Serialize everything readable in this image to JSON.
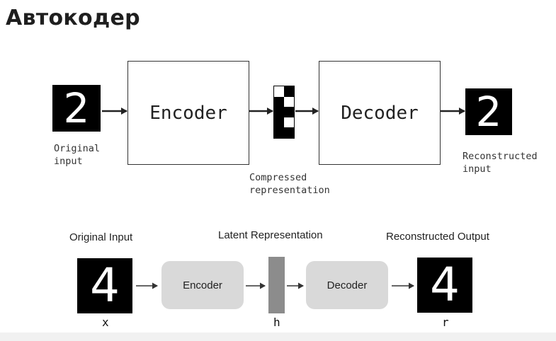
{
  "title": "Автокодер",
  "diagram_top": {
    "input_digit": "2",
    "input_caption": [
      "Original",
      "input"
    ],
    "encoder_label": "Encoder",
    "decoder_label": "Decoder",
    "code_caption": [
      "Compressed",
      "representation"
    ],
    "output_digit": "2",
    "output_caption": [
      "Reconstructed",
      "input"
    ],
    "code_cells": [
      "white",
      "black",
      "black",
      "white",
      "black",
      "black",
      "black",
      "white",
      "black",
      "black"
    ]
  },
  "diagram_bottom": {
    "input_heading": "Original Input",
    "latent_heading": "Latent Representation",
    "output_heading": "Reconstructed Output",
    "encoder_label": "Encoder",
    "decoder_label": "Decoder",
    "input_digit": "4",
    "output_digit": "4",
    "x_label": "x",
    "h_label": "h",
    "r_label": "r",
    "latent_color": "#8c8c8c",
    "box_color": "#d9d9d9"
  }
}
